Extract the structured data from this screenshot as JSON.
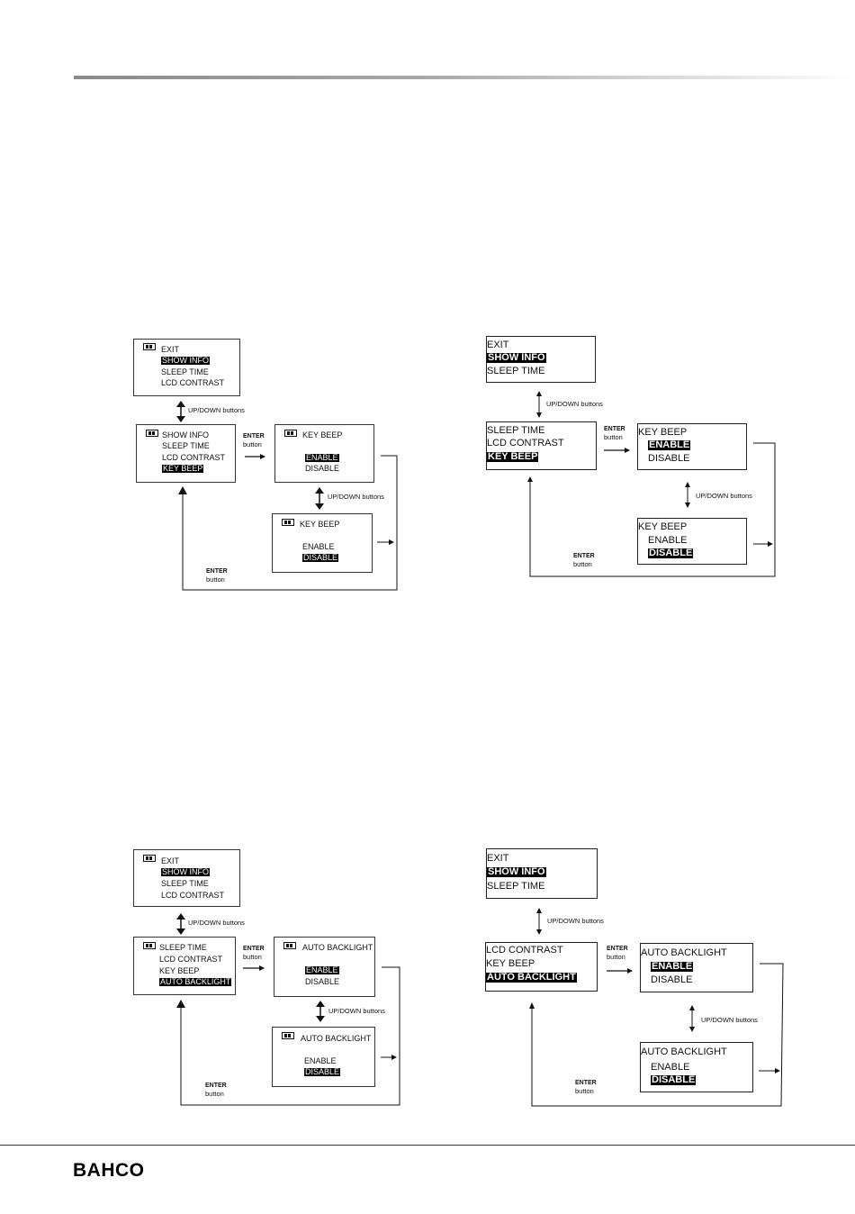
{
  "brand": {
    "logo_text": "BAHCO"
  },
  "labels": {
    "updown": "UP/DOWN buttons",
    "enter": "ENTER",
    "button": "button"
  },
  "diagrams": [
    {
      "id": "key-beep-small",
      "main_menu": [
        "EXIT",
        "SHOW INFO",
        "SLEEP TIME",
        "LCD CONTRAST"
      ],
      "main_menu_selected": 1,
      "scrolled_menu": [
        "SHOW INFO",
        "SLEEP TIME",
        "LCD CONTRAST",
        "KEY BEEP"
      ],
      "scrolled_menu_selected": 3,
      "option_title": "KEY BEEP",
      "options": [
        "ENABLE",
        "DISABLE"
      ],
      "option_box_1_selected": 0,
      "option_box_2_selected": 1
    },
    {
      "id": "key-beep-large",
      "main_menu": [
        "EXIT",
        "SHOW INFO",
        "SLEEP TIME"
      ],
      "main_menu_selected": 1,
      "scrolled_menu": [
        "SLEEP TIME",
        "LCD CONTRAST",
        "KEY BEEP"
      ],
      "scrolled_menu_selected": 2,
      "option_title": "KEY BEEP",
      "options": [
        "ENABLE",
        "DISABLE"
      ],
      "option_box_1_selected": 0,
      "option_box_2_selected": 1
    },
    {
      "id": "auto-backlight-small",
      "main_menu": [
        "EXIT",
        "SHOW INFO",
        "SLEEP TIME",
        "LCD CONTRAST"
      ],
      "main_menu_selected": 1,
      "scrolled_menu": [
        "SLEEP TIME",
        "LCD CONTRAST",
        "KEY BEEP",
        "AUTO BACKLIGHT"
      ],
      "scrolled_menu_selected": 3,
      "option_title": "AUTO BACKLIGHT",
      "options": [
        "ENABLE",
        "DISABLE"
      ],
      "option_box_1_selected": 0,
      "option_box_2_selected": 1
    },
    {
      "id": "auto-backlight-large",
      "main_menu": [
        "EXIT",
        "SHOW INFO",
        "SLEEP TIME"
      ],
      "main_menu_selected": 1,
      "scrolled_menu": [
        "LCD CONTRAST",
        "KEY BEEP",
        "AUTO BACKLIGHT"
      ],
      "scrolled_menu_selected": 2,
      "option_title": "AUTO BACKLIGHT",
      "options": [
        "ENABLE",
        "DISABLE"
      ],
      "option_box_1_selected": 0,
      "option_box_2_selected": 1
    }
  ]
}
